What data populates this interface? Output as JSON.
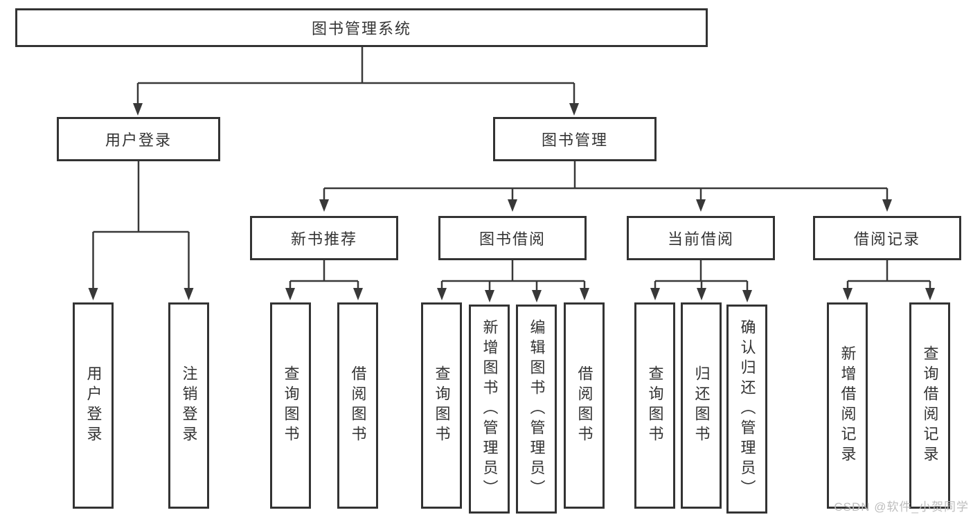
{
  "diagram_title": "图书管理系统",
  "tree": {
    "root": {
      "label": "图书管理系统",
      "children": [
        {
          "label": "用户登录",
          "children": [
            {
              "label": "用户登录"
            },
            {
              "label": "注销登录"
            }
          ]
        },
        {
          "label": "图书管理",
          "children": [
            {
              "label": "新书推荐",
              "children": [
                {
                  "label": "查询图书"
                },
                {
                  "label": "借阅图书"
                }
              ]
            },
            {
              "label": "图书借阅",
              "children": [
                {
                  "label": "查询图书"
                },
                {
                  "label": "新增图书（管理员）"
                },
                {
                  "label": "编辑图书（管理员）"
                },
                {
                  "label": "借阅图书"
                }
              ]
            },
            {
              "label": "当前借阅",
              "children": [
                {
                  "label": "查询图书"
                },
                {
                  "label": "归还图书"
                },
                {
                  "label": "确认归还（管理员）"
                }
              ]
            },
            {
              "label": "借阅记录",
              "children": [
                {
                  "label": "新增借阅记录"
                },
                {
                  "label": "查询借阅记录"
                }
              ]
            }
          ]
        }
      ]
    }
  },
  "watermark": {
    "text": "CSDN @软件_小贺同学"
  },
  "colors": {
    "line": "#383838",
    "box_border": "#333333",
    "text": "#333333",
    "background": "#ffffff",
    "watermark": "#bdbdbd"
  }
}
